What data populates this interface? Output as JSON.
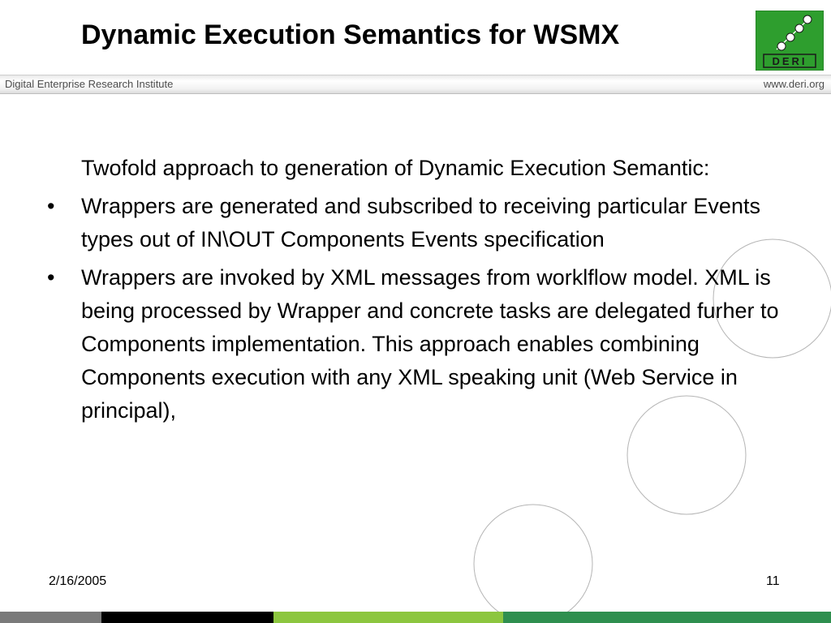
{
  "header": {
    "title": "Dynamic Execution Semantics for WSMX",
    "logo_text": "DERI"
  },
  "banner": {
    "left_text": "Digital Enterprise Research Institute",
    "right_text": "www.deri.org"
  },
  "content": {
    "intro": "Twofold approach to generation of Dynamic Execution Semantic:",
    "bullet_symbol": "•",
    "bullets": [
      {
        "text": "Wrappers are generated and subscribed to receiving particular Events types out of  IN\\OUT Components Events specification"
      },
      {
        "text": "Wrappers are invoked by XML messages from worklflow model. XML is being processed by Wrapper and concrete tasks are delegated furher to Components implementation. This approach enables combining Components execution with any XML speaking unit (Web Service in principal),"
      }
    ]
  },
  "footer": {
    "date": "2/16/2005",
    "page_number": "11"
  },
  "colors": {
    "logo_green": "#2e9e2e",
    "bar_gray": "#7a7a7a",
    "bar_black": "#000000",
    "bar_lime": "#8cc63f",
    "bar_green": "#2f8f4f",
    "circle_stroke": "#b5b5b5"
  }
}
